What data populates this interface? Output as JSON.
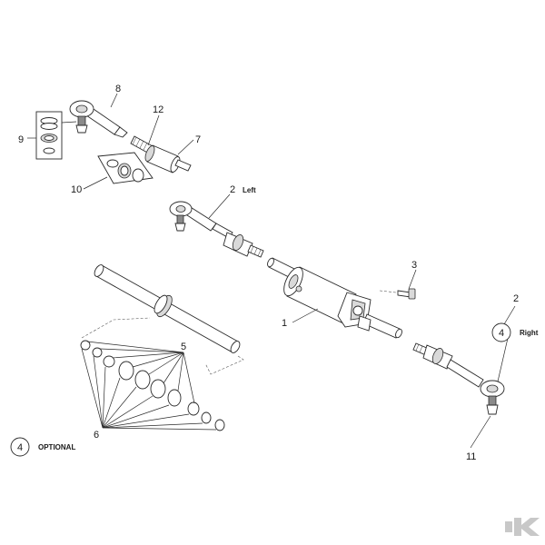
{
  "callouts": {
    "c1": "1",
    "c2_left": "2",
    "c2_left_text": "Left",
    "c2_right": "2",
    "c3": "3",
    "c4_right": "4",
    "c4_right_text": "Right",
    "c4_optional": "4",
    "c4_optional_text": "OPTIONAL",
    "c5": "5",
    "c6": "6",
    "c7": "7",
    "c8": "8",
    "c9": "9",
    "c10": "10",
    "c11": "11",
    "c12": "12"
  },
  "colors": {
    "line": "#2a2a2a",
    "logo_grey": "#c8c8c8"
  },
  "icons": {
    "logo": "brand-k-logo"
  }
}
